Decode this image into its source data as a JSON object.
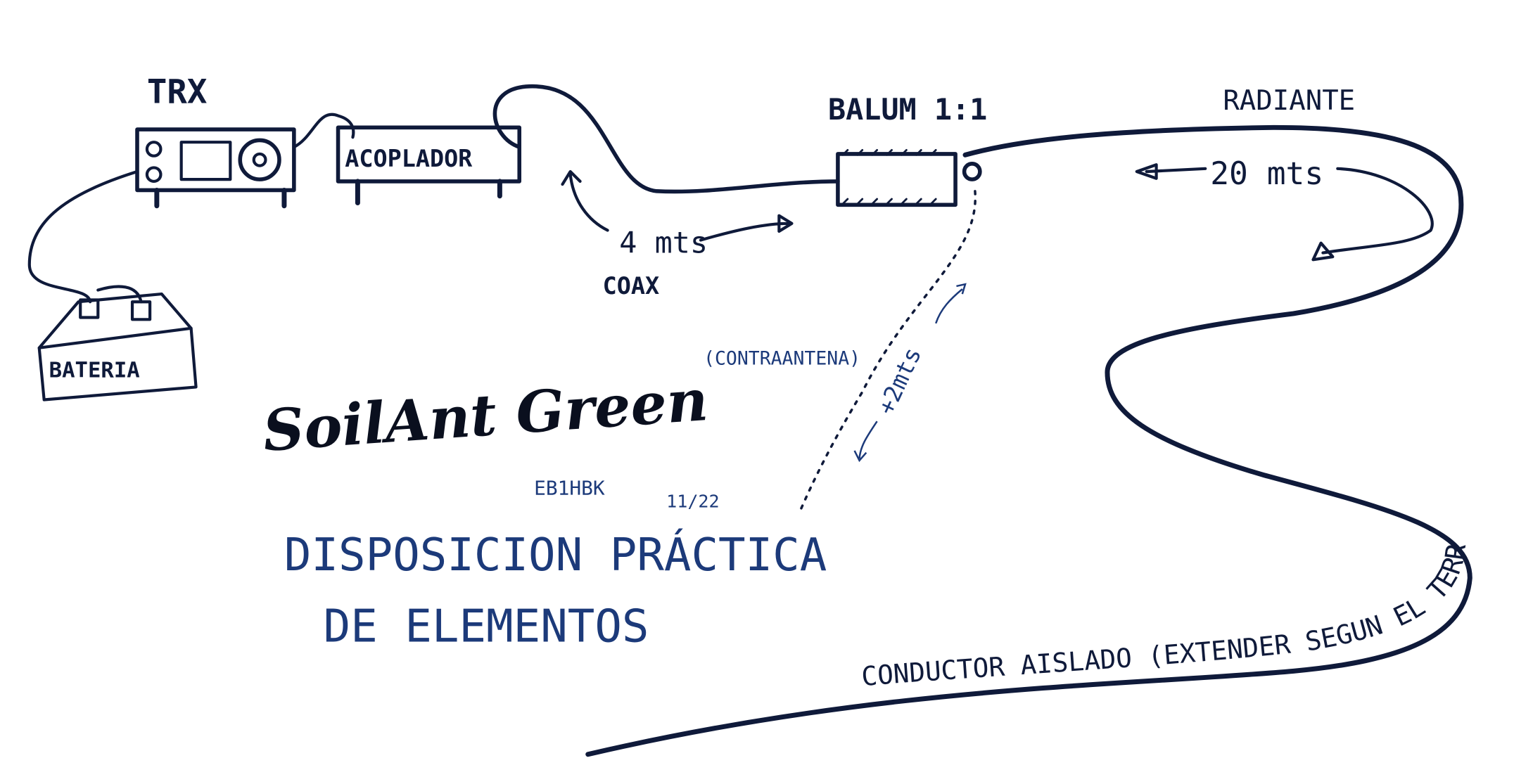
{
  "labels": {
    "trx": "TRX",
    "acoplador": "ACOPLADOR",
    "bateria": "BATERIA",
    "balun": "BALUM 1:1",
    "radiante": "RADIANTE",
    "radiante_length": "20 mts",
    "coax_length": "4 mts",
    "coax": "COAX",
    "contraantena": "(CONTRAANTENA)",
    "contraantena_length": "+2mts",
    "conductor": "CONDUCTOR AISLADO (EXTENDER SEGUN EL TERRENO)"
  },
  "signature": {
    "name": "SoilAnt Green",
    "callsign": "EB1HBK",
    "date": "11/22"
  },
  "title": {
    "line1": "DISPOSICION PRÁCTICA",
    "line2": "DE ELEMENTOS"
  },
  "colors": {
    "ink": "#0f1a3a",
    "blue_ink": "#1c3a7a"
  }
}
